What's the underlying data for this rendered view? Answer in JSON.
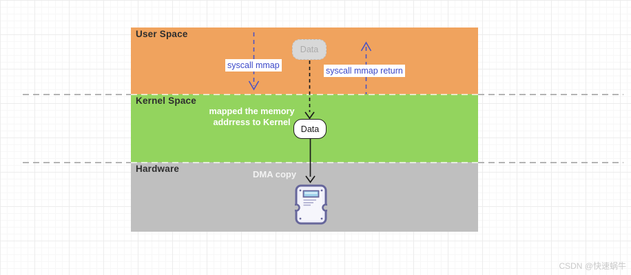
{
  "bands": {
    "user_space": {
      "label": "User Space",
      "color": "#F0A35E"
    },
    "kernel_space": {
      "label": "Kernel Space",
      "color": "#93D45E"
    },
    "hardware": {
      "label": "Hardware",
      "color": "#BFBFBF"
    }
  },
  "user_space": {
    "data_box_label": "Data",
    "syscall_mmap_label": "syscall mmap",
    "syscall_mmap_return_label": "syscall mmap return"
  },
  "kernel_space": {
    "mapped_note_line1": "mapped the memory",
    "mapped_note_line2": "addrress to Kernel",
    "data_box_label": "Data"
  },
  "hardware": {
    "dma_copy_label": "DMA copy",
    "disk_icon": "hard-disk-icon"
  },
  "watermark": "CSDN @快速蜗牛",
  "colors": {
    "user_space_fill": "#F0A35E",
    "kernel_space_fill": "#93D45E",
    "hardware_fill": "#BFBFBF",
    "arrow_blue": "#4A53C4",
    "syscall_text_blue": "#3B48C8",
    "separator_gray": "#999999",
    "connector_black": "#1a1a1a",
    "ghost_box_fill": "#D8D8D8",
    "disk_border": "#66669B",
    "disk_fill": "#EFEFFA",
    "disk_label_fill": "#9FD3EC"
  }
}
